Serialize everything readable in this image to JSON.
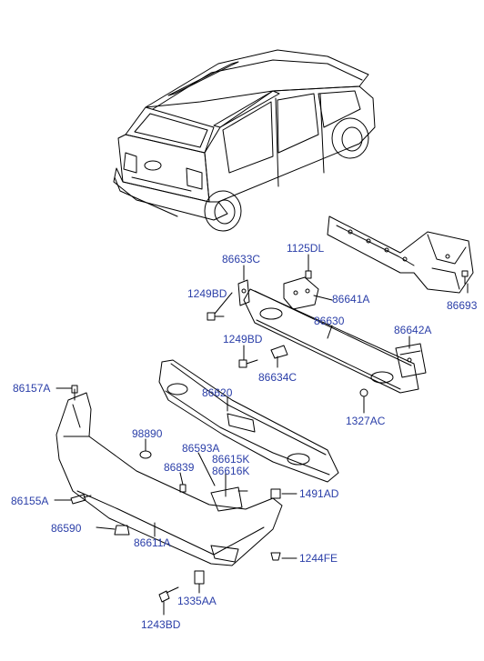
{
  "parts": {
    "p86693": "86693",
    "p1125DL": "1125DL",
    "p86633C": "86633C",
    "p1249BD_a": "1249BD",
    "p86641A": "86641A",
    "p86630": "86630",
    "p86642A": "86642A",
    "p1249BD_b": "1249BD",
    "p86634C": "86634C",
    "p86157A": "86157A",
    "p86620": "86620",
    "p1327AC": "1327AC",
    "p98890": "98890",
    "p86593A": "86593A",
    "p86615K": "86615K",
    "p86616K": "86616K",
    "p86839": "86839",
    "p86155A": "86155A",
    "p1491AD": "1491AD",
    "p86590": "86590",
    "p86611A": "86611A",
    "p1244FE": "1244FE",
    "p1335AA": "1335AA",
    "p1243BD": "1243BD"
  },
  "colors": {
    "label": "#2a3ea8",
    "line": "#000000"
  }
}
